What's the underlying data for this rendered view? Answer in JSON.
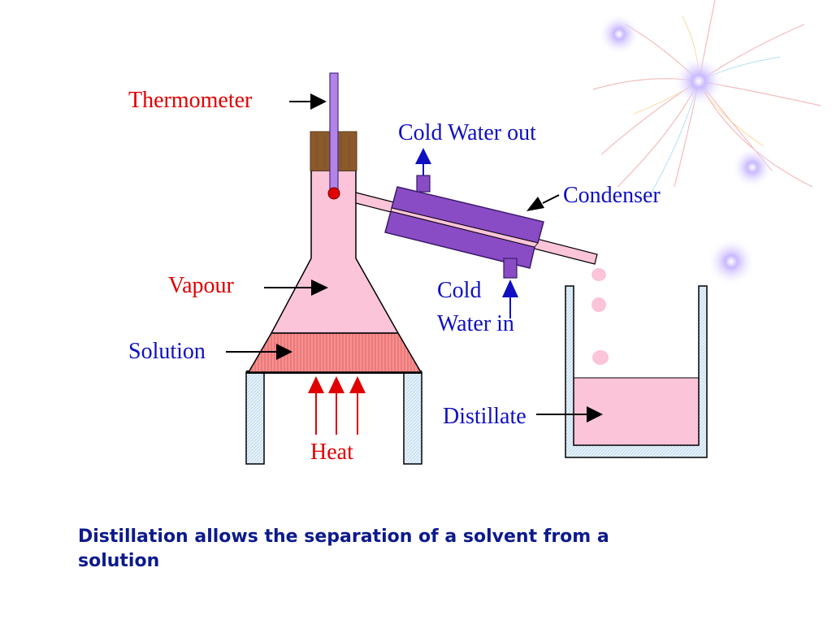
{
  "labels": {
    "thermometer": "Thermometer",
    "cold_water_out": "Cold Water out",
    "condenser": "Condenser",
    "vapour": "Vapour",
    "solution": "Solution",
    "cold": "Cold",
    "water_in": "Water in",
    "heat": "Heat",
    "distillate": "Distillate"
  },
  "caption": {
    "line1": "Distillation allows the separation of a solvent from a",
    "line2": "solution"
  },
  "colors": {
    "label_red": "#e00000",
    "label_blue": "#1010c0",
    "caption_blue": "#0c1a8c",
    "liquid_pink": "#fbc4d8",
    "solution_red": "#f08080",
    "condenser_purple": "#8a4cc4",
    "cork_brown": "#8b5a2b"
  }
}
